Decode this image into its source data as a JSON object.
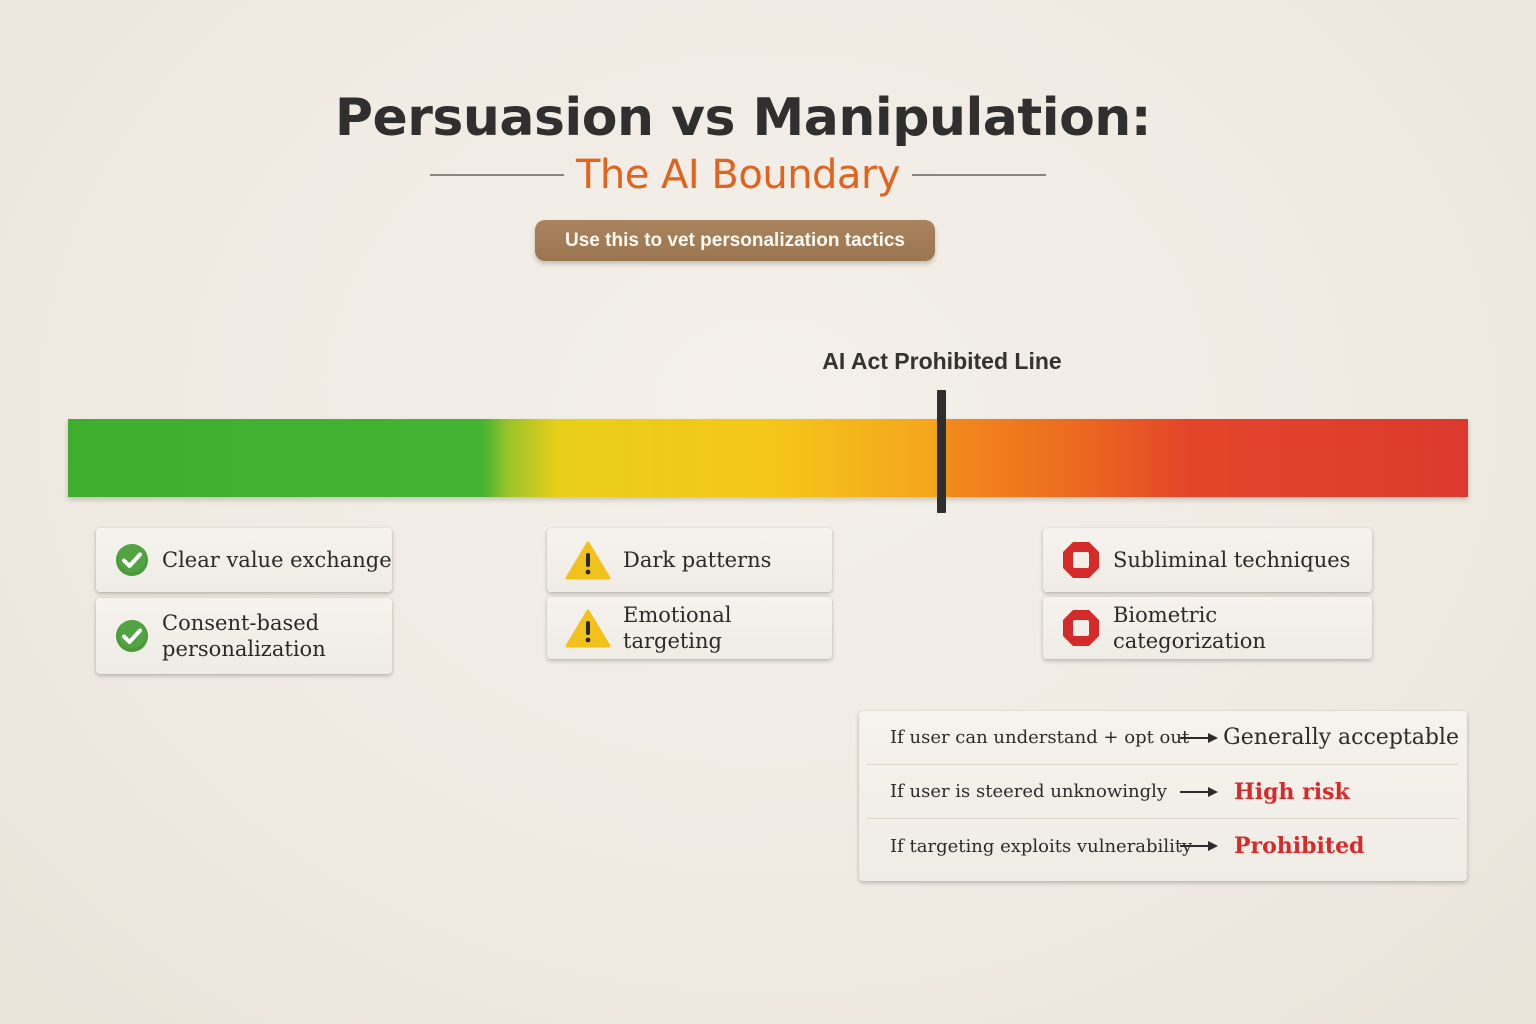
{
  "header": {
    "title": "Persuasion vs Manipulation:",
    "subtitle": "The AI Boundary",
    "pill_label": "Use this to vet personalization tactics"
  },
  "spectrum": {
    "marker_label": "AI Act Prohibited Line",
    "gradient_colors": [
      "#3fae2f",
      "#f5c71a",
      "#f3891c",
      "#dc3a2e"
    ],
    "marker_color": "#2e2e2e"
  },
  "zones": {
    "acceptable": {
      "icon": "check-circle-icon",
      "color": "#4a9a3a",
      "items": [
        {
          "label": "Clear value exchange"
        },
        {
          "label": "Consent-based personalization"
        }
      ]
    },
    "risky": {
      "icon": "warning-triangle-icon",
      "color": "#f2c21c",
      "items": [
        {
          "label": "Dark patterns"
        },
        {
          "label": "Emotional targeting"
        }
      ]
    },
    "prohibited": {
      "icon": "stop-octagon-icon",
      "color": "#d42a2a",
      "items": [
        {
          "label": "Subliminal techniques"
        },
        {
          "label": "Biometric categorization"
        }
      ]
    }
  },
  "rules": [
    {
      "condition": "If user can understand + opt out",
      "outcome": "Generally acceptable",
      "severity": "ok"
    },
    {
      "condition": "If user is steered unknowingly",
      "outcome": "High risk",
      "severity": "red"
    },
    {
      "condition": "If targeting exploits vulnerability",
      "outcome": "Prohibited",
      "severity": "red"
    }
  ],
  "colors": {
    "accent_orange": "#e0641e",
    "pill_brown": "#a17c56",
    "danger_red": "#d62b2b"
  }
}
